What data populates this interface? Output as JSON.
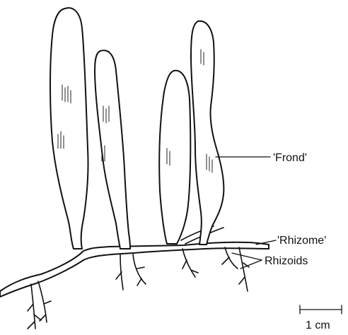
{
  "labels": {
    "frond": "'Frond'",
    "rhizome": "'Rhizome'",
    "rhizoids": "Rhizoids",
    "scale_bar": "1 cm"
  }
}
